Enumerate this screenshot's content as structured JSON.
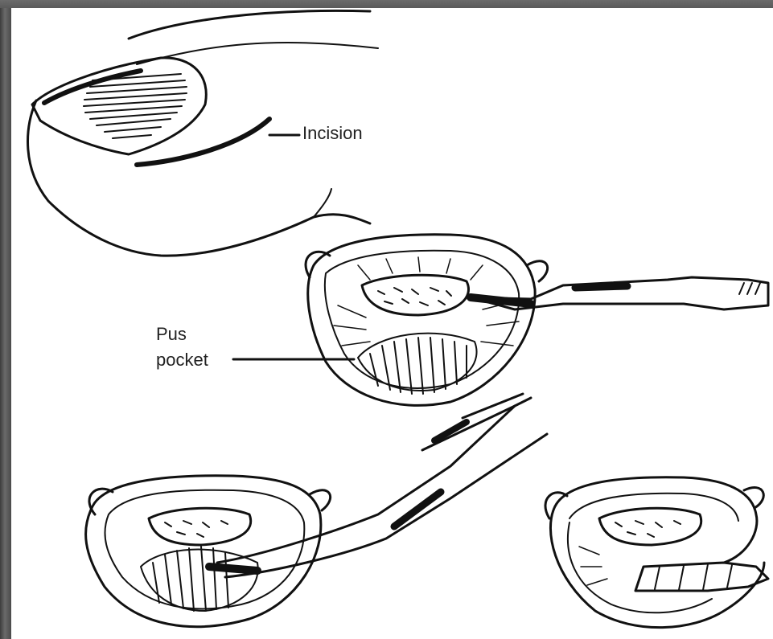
{
  "labels": {
    "incision": "Incision",
    "pus_line1": "Pus",
    "pus_line2": "pocket"
  },
  "colors": {
    "ink": "#111111",
    "background": "#ffffff",
    "frame": "#4a4a4a"
  }
}
